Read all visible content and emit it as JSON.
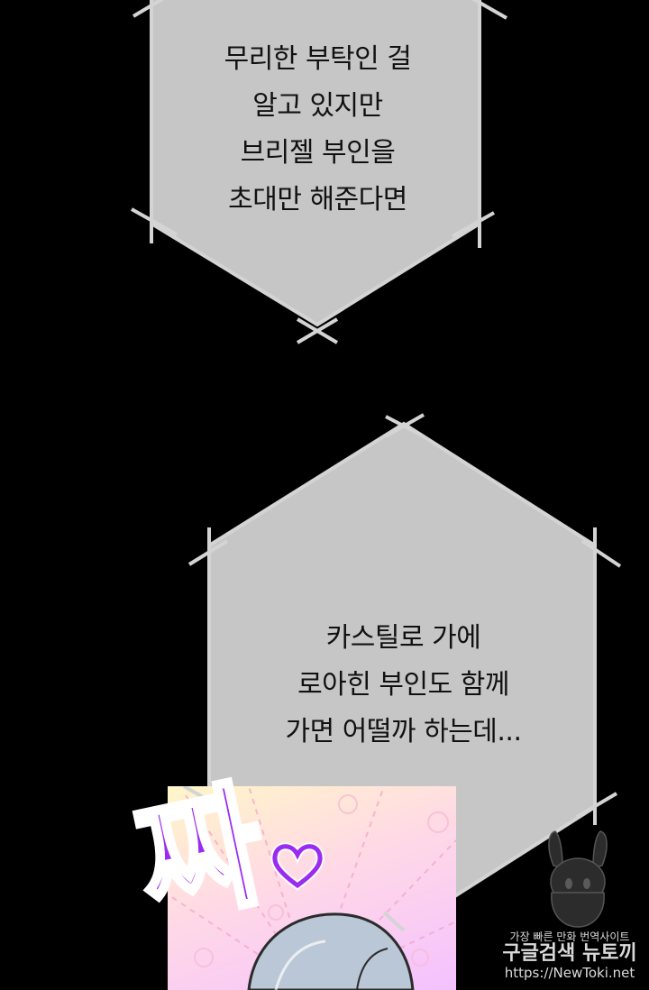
{
  "bubbles": [
    {
      "lines": [
        "무리한 부탁인 걸",
        "알고 있지만",
        "브리젤 부인을",
        "초대만 해준다면"
      ]
    },
    {
      "lines": [
        "카스틸로 가에",
        "로아힌 부인도 함께",
        "가면 어떨까 하는데..."
      ]
    }
  ],
  "sfx": {
    "text": "짜"
  },
  "watermark": {
    "line1": "가장 빠른 만화 번역사이트",
    "line2": "구글검색 뉴토끼",
    "line3": "https://NewToki.net"
  },
  "colors": {
    "background": "#000000",
    "bubble_fill": "#c6c6c6",
    "bubble_border": "#d6d6d6",
    "sfx": "#9a2cf2"
  }
}
